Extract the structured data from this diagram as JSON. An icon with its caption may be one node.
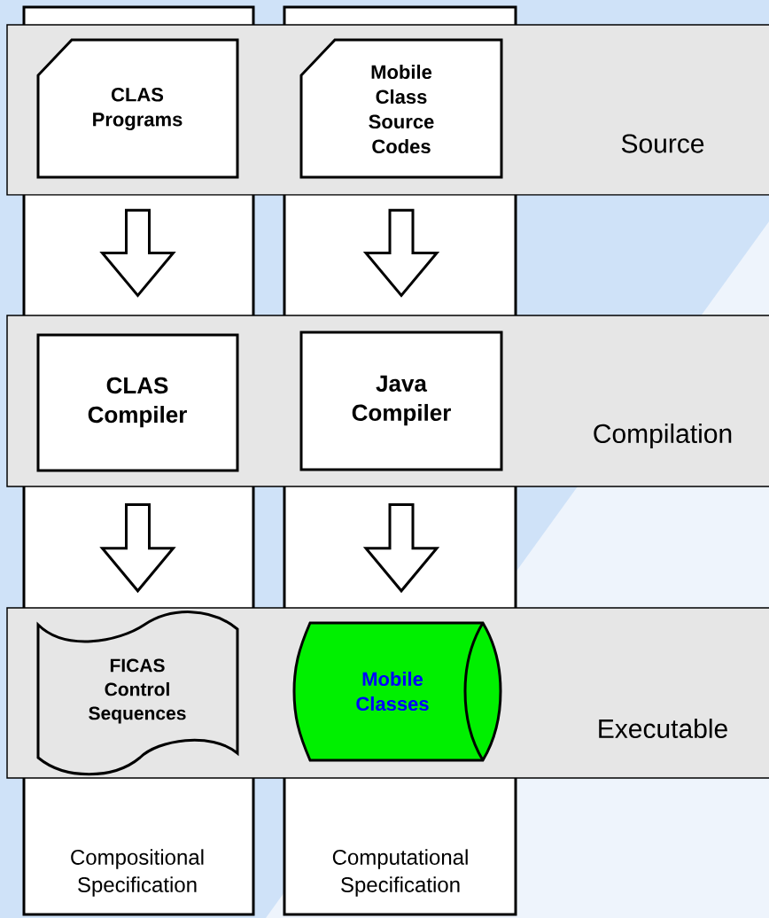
{
  "diagram": {
    "nodes": [
      {
        "text": [
          "Compositional Specification"
        ]
      },
      {
        "text": [
          "Computational Specification"
        ]
      },
      {
        "text": [
          "Source"
        ]
      },
      {
        "text": [
          "CLAS Programs"
        ]
      },
      {
        "text": [
          "Mobile Class Source Codes"
        ]
      },
      {
        "text": [
          "Compilation"
        ]
      },
      {
        "text": [
          "CLAS Compiler"
        ]
      },
      {
        "text": [
          "Java Compiler"
        ]
      },
      {
        "text": [
          "Executable"
        ]
      },
      {
        "text": [
          "FICAS Control Sequences"
        ]
      },
      {
        "text": [
          "Mobile Classes"
        ]
      }
    ],
    "edges": [
      {
        "from": 3,
        "to": 6,
        "arrow": "to"
      },
      {
        "from": 4,
        "to": 7,
        "arrow": "to"
      },
      {
        "from": 6,
        "to": 9,
        "arrow": "to"
      },
      {
        "from": 7,
        "to": 10,
        "arrow": "to"
      }
    ]
  }
}
